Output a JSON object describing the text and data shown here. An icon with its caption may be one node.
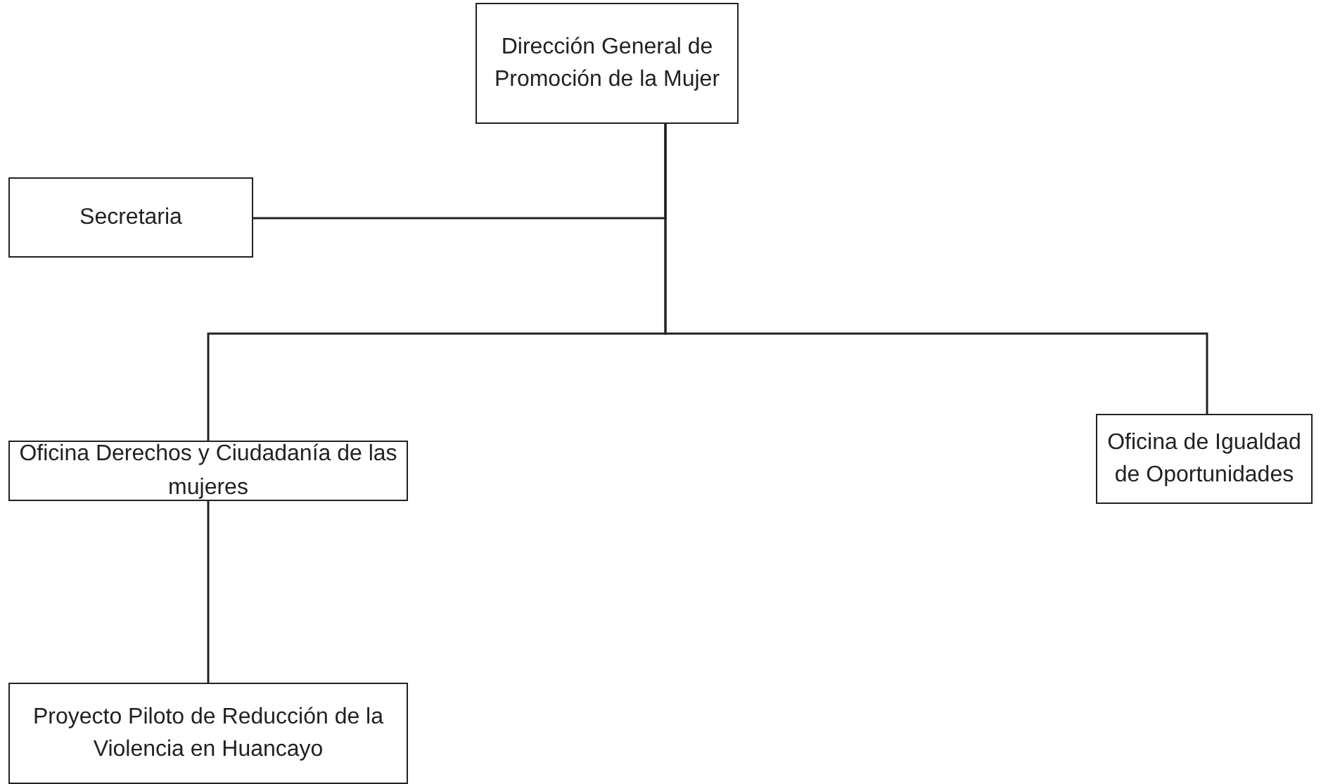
{
  "diagram": {
    "nodes": [
      {
        "text": [
          "Dirección General de Promoción de la Mujer"
        ]
      },
      {
        "text": [
          "Secretaria"
        ]
      },
      {
        "text": [
          "Oficina Derechos y Ciudadanía de las mujeres"
        ]
      },
      {
        "text": [
          "Oficina de Igualdad de Oportunidades"
        ]
      },
      {
        "text": [
          "Proyecto Piloto de Reducción de la Violencia en Huancayo"
        ]
      }
    ],
    "edges": [
      {
        "from": 0,
        "to": 1,
        "arrow": "none"
      },
      {
        "from": 0,
        "to": 2,
        "arrow": "none"
      },
      {
        "from": 0,
        "to": 3,
        "arrow": "none"
      },
      {
        "from": 2,
        "to": 4,
        "arrow": "none"
      }
    ]
  }
}
